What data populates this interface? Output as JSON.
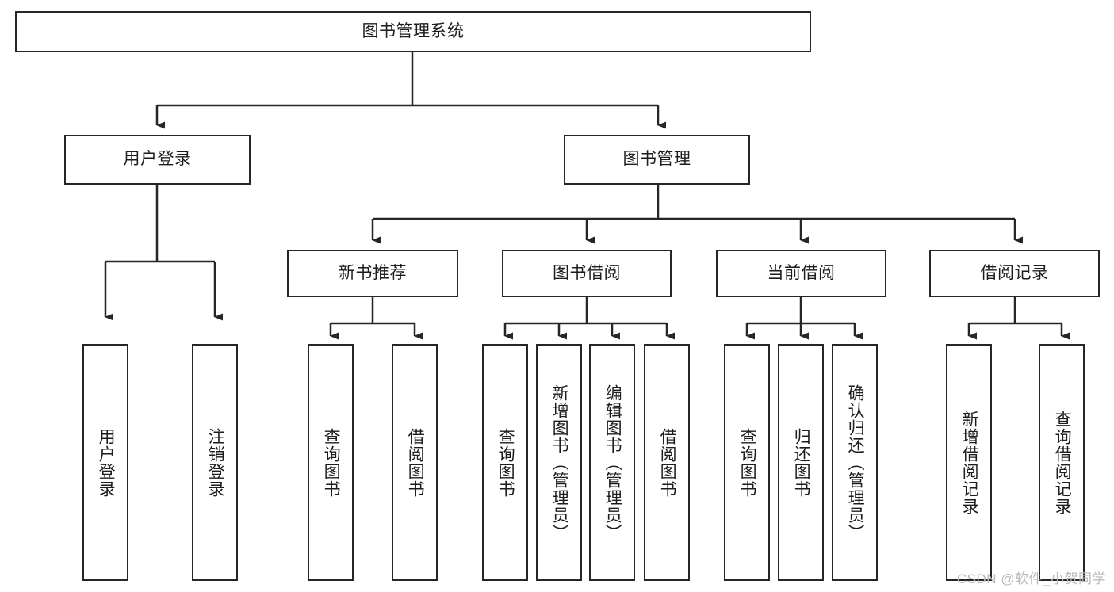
{
  "diagram": {
    "title": "图书管理系统",
    "type": "tree-hierarchy-chart",
    "root": {
      "label": "图书管理系统"
    },
    "level2": [
      {
        "label": "用户登录"
      },
      {
        "label": "图书管理"
      }
    ],
    "level3": [
      {
        "label": "新书推荐"
      },
      {
        "label": "图书借阅"
      },
      {
        "label": "当前借阅"
      },
      {
        "label": "借阅记录"
      }
    ],
    "leaves": [
      {
        "label": "用户登录"
      },
      {
        "label": "注销登录"
      },
      {
        "label": "查询图书"
      },
      {
        "label": "借阅图书"
      },
      {
        "label": "查询图书"
      },
      {
        "label": "新增图书（管理员）"
      },
      {
        "label": "编辑图书（管理员）"
      },
      {
        "label": "借阅图书"
      },
      {
        "label": "查询图书"
      },
      {
        "label": "归还图书"
      },
      {
        "label": "确认归还（管理员）"
      },
      {
        "label": "新增借阅记录"
      },
      {
        "label": "查询借阅记录"
      }
    ]
  },
  "watermark": {
    "text": "CSDN @软件_小贺同学"
  },
  "colors": {
    "stroke": "#262626",
    "text": "#1d1d1d",
    "background": "#ffffff",
    "watermark": "#b9b9b9"
  }
}
